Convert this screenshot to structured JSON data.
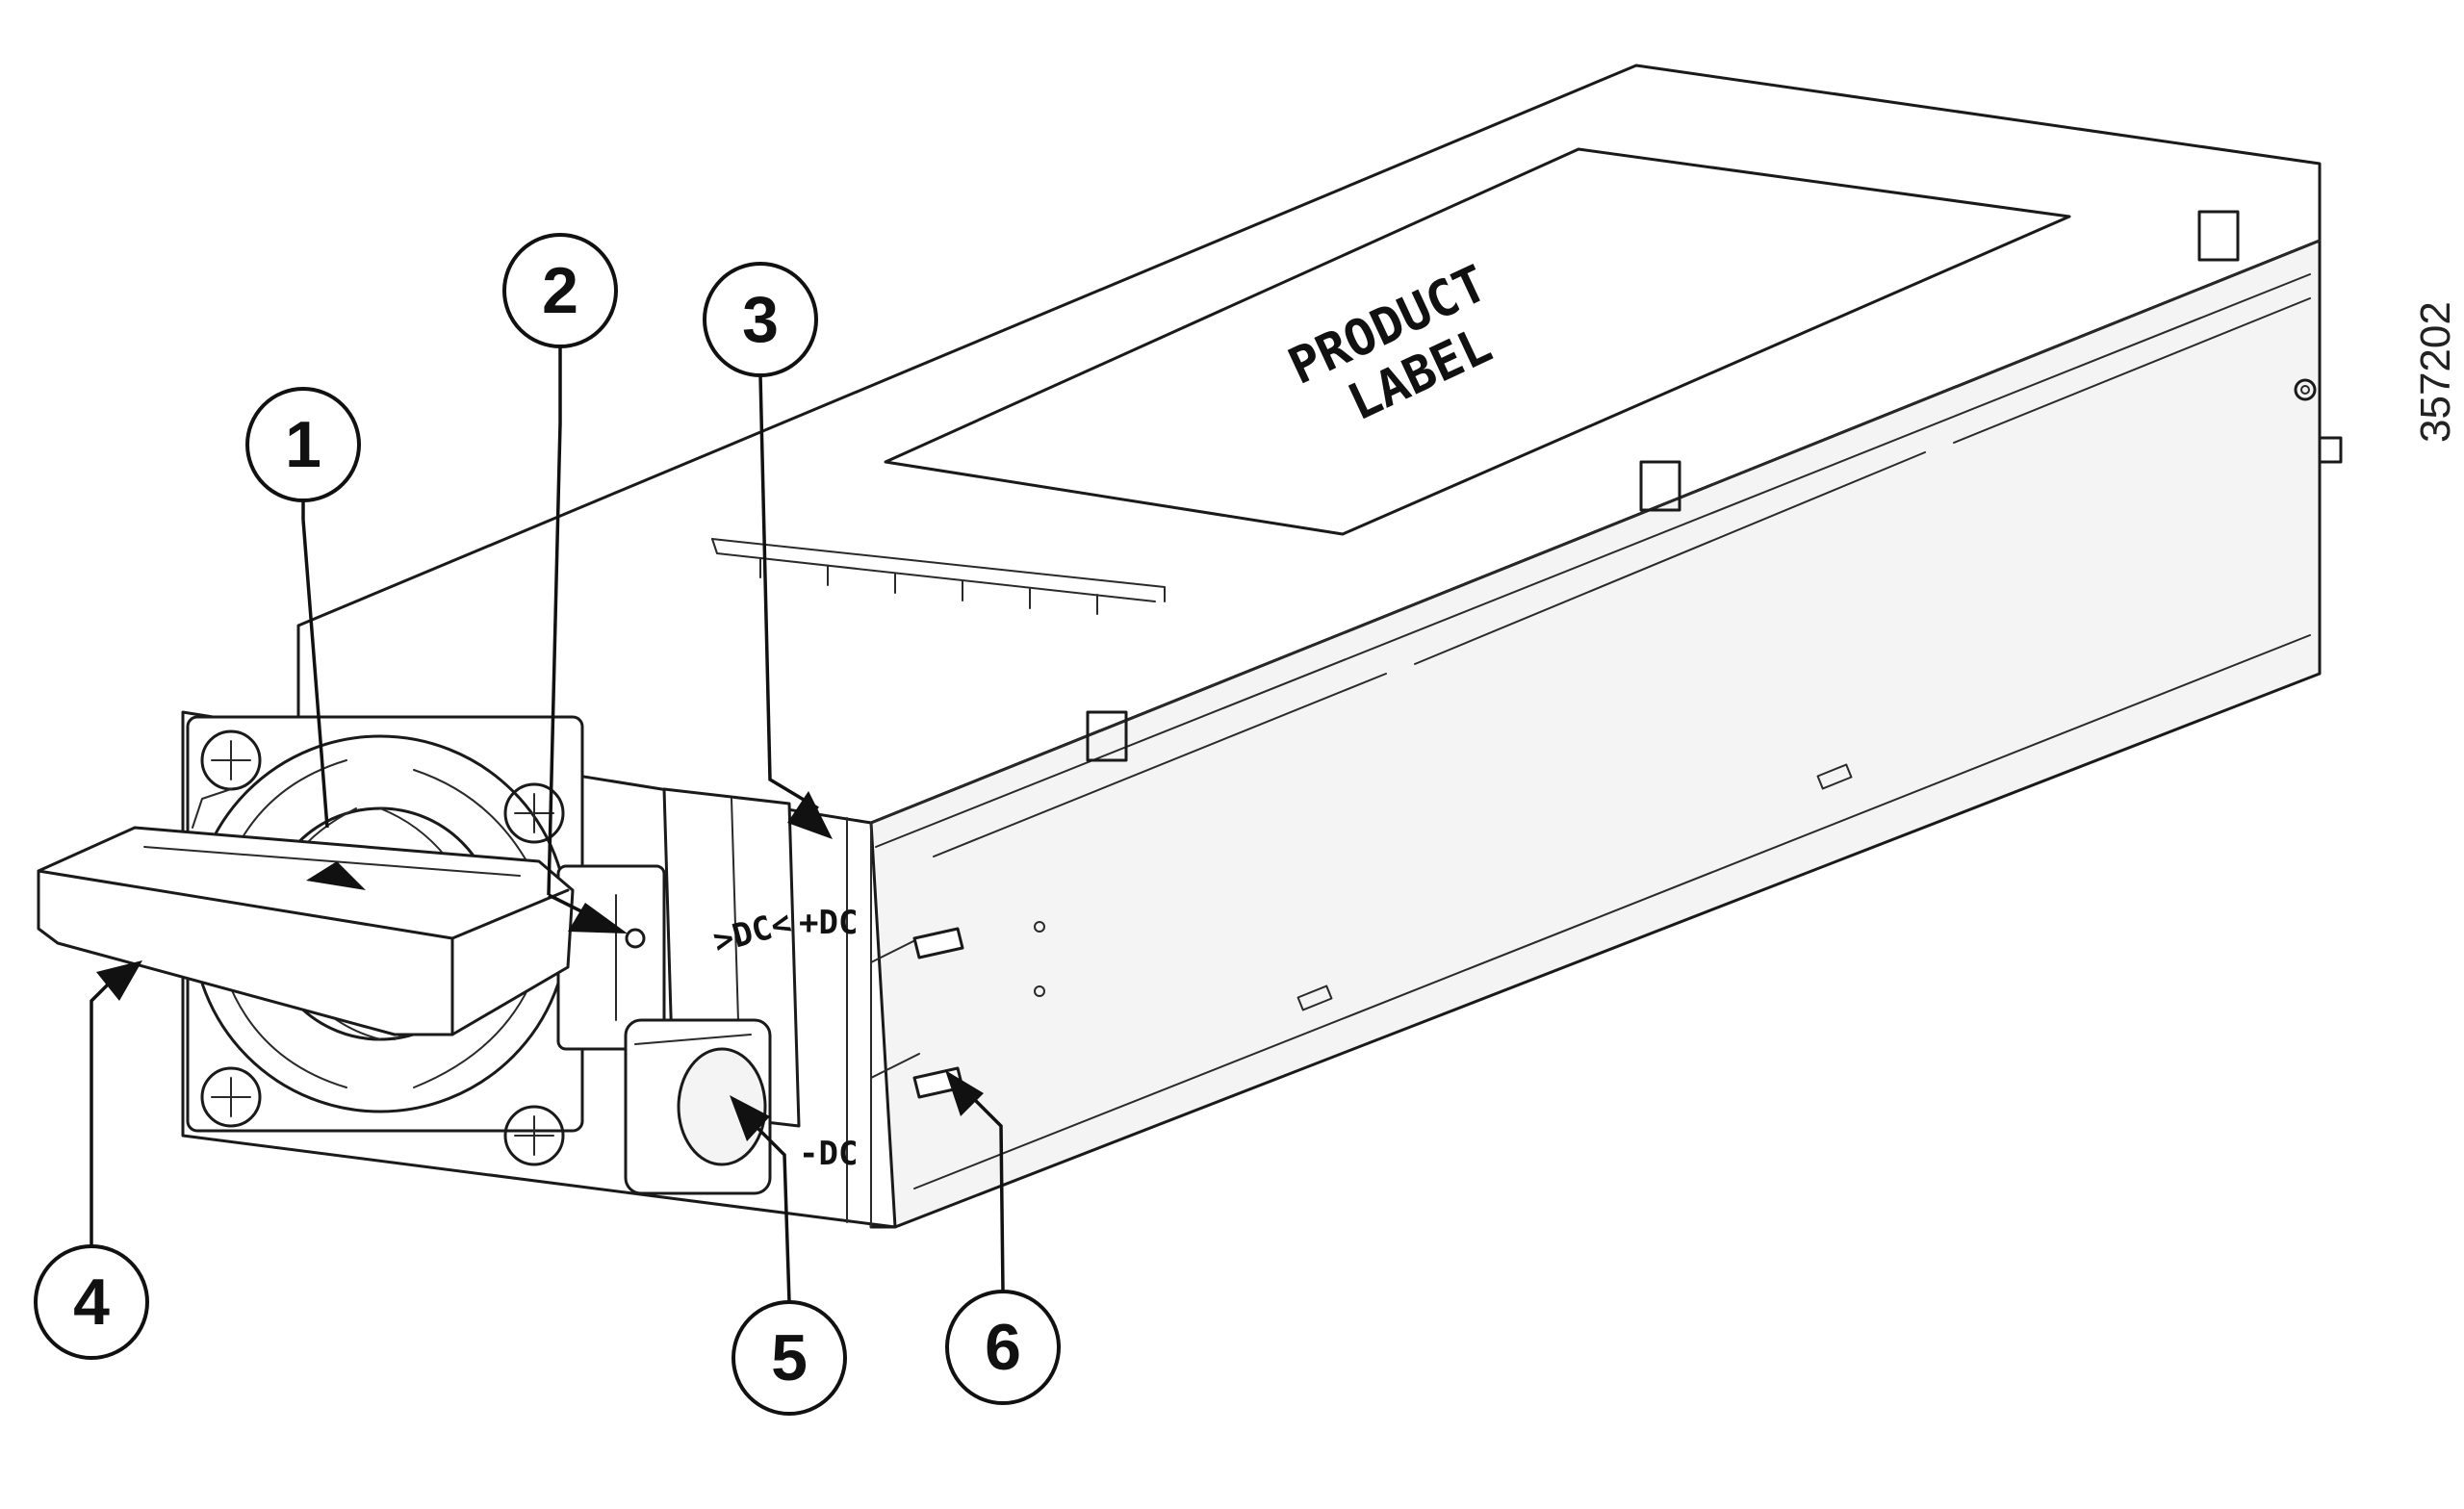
{
  "figure_id": "357202",
  "callouts": [
    {
      "number": "1"
    },
    {
      "number": "2"
    },
    {
      "number": "3"
    },
    {
      "number": "4"
    },
    {
      "number": "5"
    },
    {
      "number": "6"
    }
  ],
  "markings": {
    "positive_terminal": "+DC",
    "negative_terminal": "-DC"
  }
}
